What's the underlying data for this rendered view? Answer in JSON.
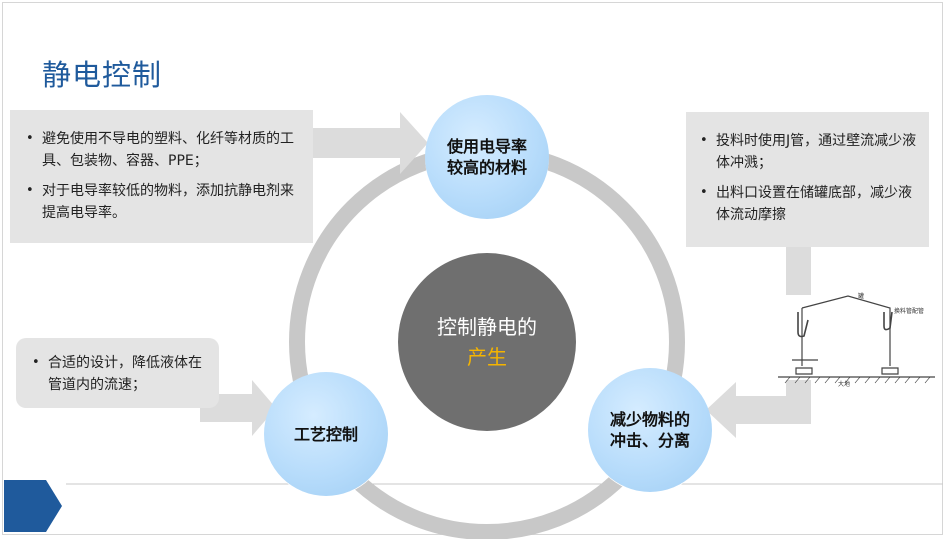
{
  "slide": {
    "title": "静电控制"
  },
  "center": {
    "line1": "控制静电的",
    "line2": "产生",
    "line2_color": "#f5b400"
  },
  "nodes": {
    "top": "使用电导率较高的材料",
    "left": "工艺控制",
    "right": "减少物料的冲击、分离"
  },
  "boxes": {
    "materials": [
      "避免使用不导电的塑料、化纤等材质的工具、包装物、容器、PPE；",
      "对于电导率较低的物料，添加抗静电剂来提高电导率。"
    ],
    "impact": [
      "投料时使用J管，通过壁流减少液体冲溅；",
      "出料口设置在储罐底部，减少液体流动摩擦"
    ],
    "process": [
      "合适的设计，降低液体在管道内的流速；"
    ]
  },
  "figure": {
    "label_top": "罐",
    "label_pipe": "换料管配管",
    "label_ground": "大地"
  },
  "colors": {
    "title": "#1f5a9c",
    "ring": "#c8c8c8",
    "node_fill": "#b7dcfb",
    "center_fill": "#6f6f6f",
    "arrow": "#dcdcdc",
    "accent_blue": "#1f5a9c"
  }
}
